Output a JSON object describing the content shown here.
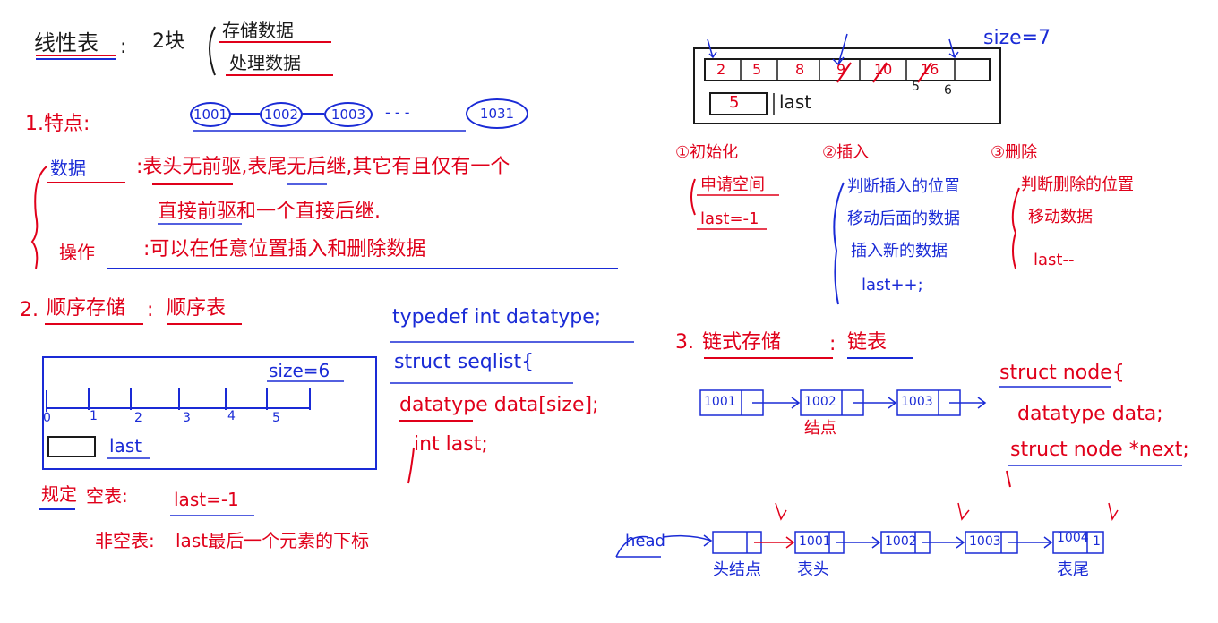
{
  "top": {
    "title": "线性表",
    "colon1": ":",
    "two": "2块",
    "store": "存储数据",
    "process": "处理数据"
  },
  "bubbles": [
    "1001",
    "1002",
    "1003",
    "- - -",
    "1031"
  ],
  "section1": {
    "num": "1.特点:",
    "data_label": "数据",
    "data_text_1": ":表头无前驱,表尾无后继,其它有且仅有一个",
    "data_text_2": "直接前驱和一个直接后继.",
    "op_label": "操作",
    "op_text": ":可以在任意位置插入和删除数据"
  },
  "section2": {
    "num": "2.",
    "title": "顺序存储",
    "colon": ":",
    "name": "顺序表",
    "size": "size=6",
    "indices": [
      "0",
      "1",
      "2",
      "3",
      "4",
      "5"
    ],
    "last": "last"
  },
  "code1": {
    "line1": "typedef int datatype;",
    "line2": "struct seqlist{",
    "line3": "datatype data[size];",
    "line4": "int last;"
  },
  "rules": {
    "label": "规定",
    "empty": "空表:",
    "empty_val": "last=-1",
    "nonempty": "非空表:",
    "nonempty_val": "last最后一个元素的下标"
  },
  "arraydiagram": {
    "size": "size=7",
    "cells": [
      "2",
      "5",
      "8",
      "9",
      "10",
      "16",
      ""
    ],
    "below": [
      "5",
      "6"
    ],
    "lastval": "5",
    "lastlabel": "last"
  },
  "ops": {
    "init": "①初始化",
    "init_1": "申请空间",
    "init_2": "last=-1",
    "insert": "②插入",
    "insert_1": "判断插入的位置",
    "insert_2": "移动后面的数据",
    "insert_3": "插入新的数据",
    "insert_4": "last++;",
    "delete": "③删除",
    "delete_1": "判断删除的位置",
    "delete_2": "移动数据",
    "delete_3": "last--"
  },
  "section3": {
    "num": "3.",
    "title": "链式存储",
    "colon": ":",
    "name": "链表",
    "nodes": [
      "1001",
      "1002",
      "1003"
    ],
    "weibei": "结点"
  },
  "code2": {
    "line1": "struct node{",
    "line2": "datatype data;",
    "line3": "struct node *next;"
  },
  "linked2": {
    "head": "head",
    "nodes": [
      "",
      "1001",
      "1002",
      "1003",
      "1004"
    ],
    "tail_mark": "1",
    "label_head": "头结点",
    "label_first": "表头",
    "label_tail": "表尾"
  }
}
